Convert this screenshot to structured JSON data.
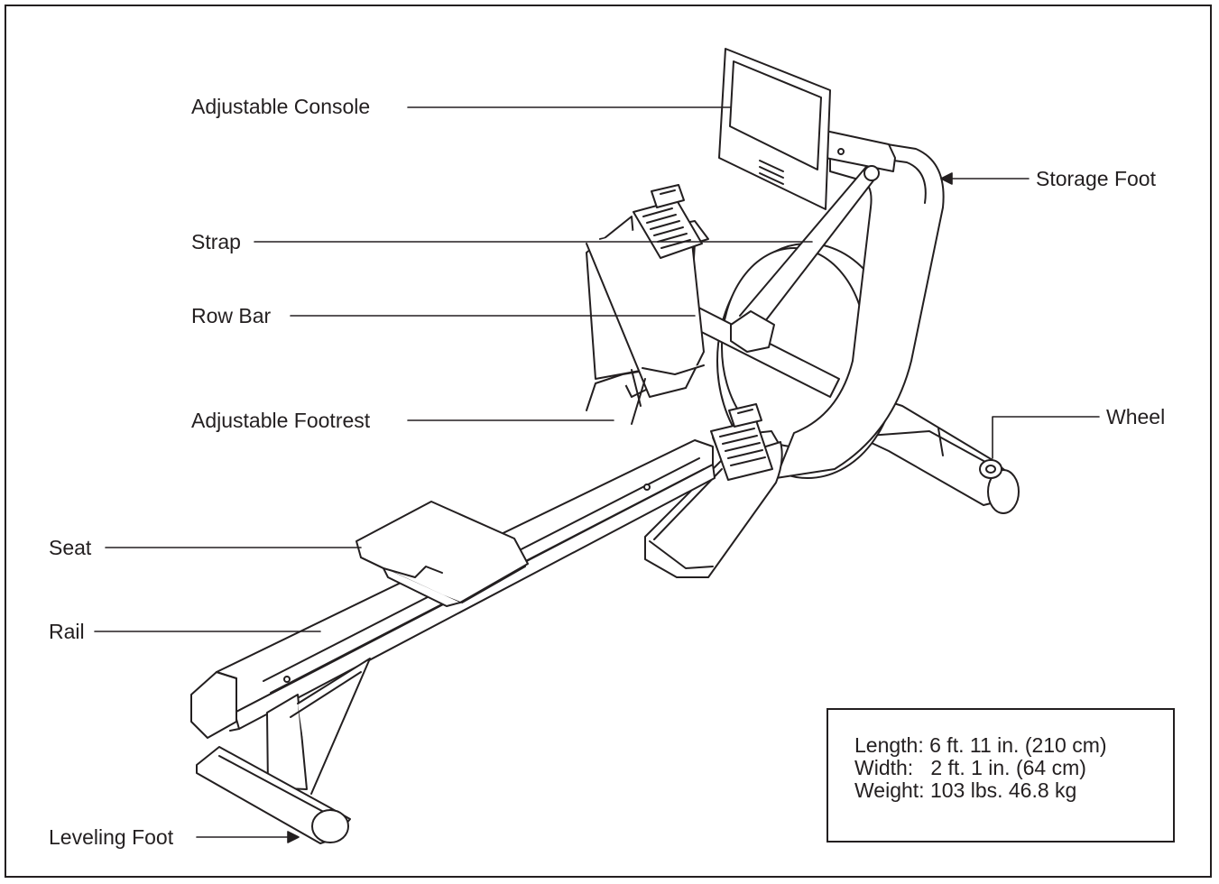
{
  "labels": {
    "adjustable_console": "Adjustable Console",
    "strap": "Strap",
    "row_bar": "Row Bar",
    "adjustable_footrest": "Adjustable Footrest",
    "seat": "Seat",
    "rail": "Rail",
    "leveling_foot": "Leveling Foot",
    "storage_foot": "Storage Foot",
    "wheel": "Wheel"
  },
  "specs": {
    "length": "Length: 6 ft. 11 in. (210 cm)",
    "width": "Width:   2 ft. 1 in. (64 cm)",
    "weight": "Weight: 103 lbs. 46.8 kg"
  },
  "colors": {
    "ink": "#231f20",
    "paper": "#ffffff"
  }
}
